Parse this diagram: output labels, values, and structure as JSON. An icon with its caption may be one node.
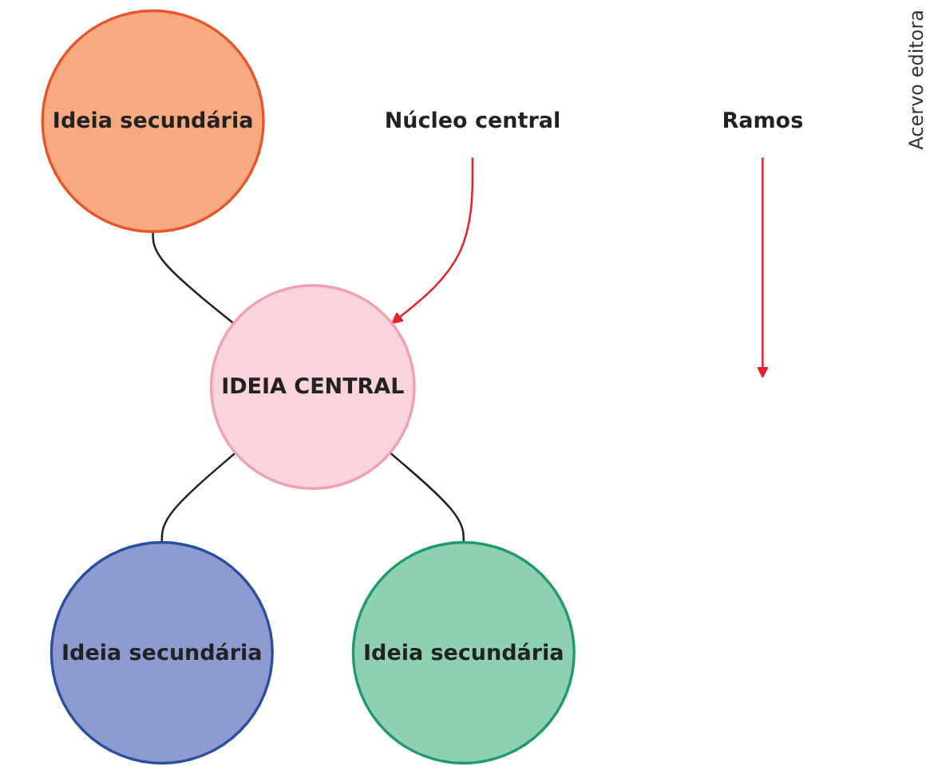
{
  "diagram": {
    "nodes": [
      {
        "text": [
          "Ideia secundária"
        ]
      },
      {
        "text": [
          "Núcleo central"
        ]
      },
      {
        "text": [
          "Ramos"
        ]
      },
      {
        "text": [
          "IDEIA CENTRAL"
        ]
      },
      {
        "text": [
          "Ideia secundária"
        ]
      },
      {
        "text": [
          "Ideia secundária"
        ]
      }
    ],
    "edges": [
      {
        "from": 0,
        "to": 3,
        "arrow": "none"
      },
      {
        "from": 1,
        "to": 3,
        "arrow": "to",
        "color": "#e8202a"
      },
      {
        "from": 2,
        "to": null,
        "arrow": "to",
        "color": "#e8202a"
      },
      {
        "from": 3,
        "to": 4,
        "arrow": "none"
      },
      {
        "from": 3,
        "to": 5,
        "arrow": "none"
      }
    ],
    "labels": [
      "Acervo editora"
    ]
  }
}
